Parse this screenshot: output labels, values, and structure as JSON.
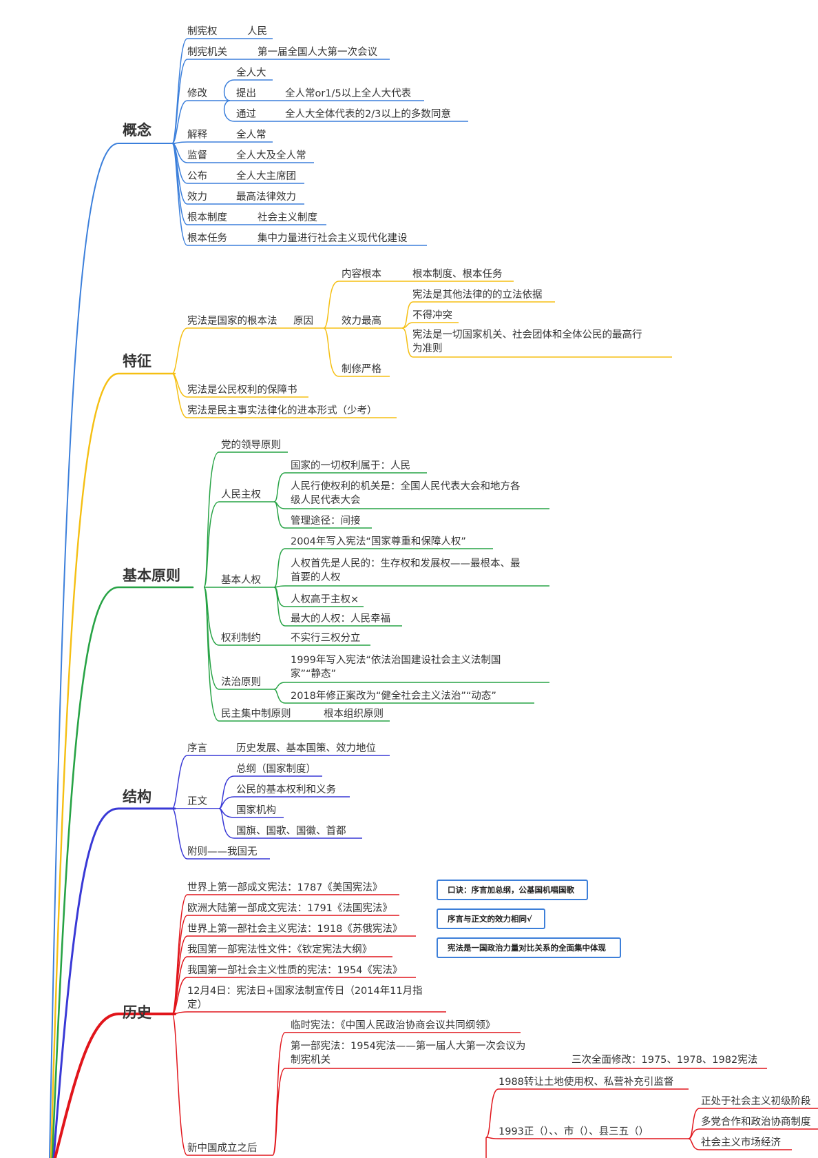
{
  "colors": {
    "concept": "#3b7fdb",
    "features": "#f5bf12",
    "principles": "#27a345",
    "structure": "#3939d6",
    "history": "#e1151b",
    "note_border": "#3d7fd9",
    "text": "#333333"
  },
  "sections": {
    "concept": {
      "title": "概念",
      "zhixianquan": "制宪权",
      "renmin": "人民",
      "zhixianjiguan": "制宪机关",
      "diyijie": "第一届全国人大第一次会议",
      "xiugai": "修改",
      "quanrenda": "全人大",
      "tichu": "提出",
      "tichu_val": "全人常or1/5以上全人大代表",
      "tongguo": "通过",
      "tongguo_val": "全人大全体代表的2/3以上的多数同意",
      "jieshi": "解释",
      "jieshi_val": "全人常",
      "jiandu": "监督",
      "jiandu_val": "全人大及全人常",
      "gongbu": "公布",
      "gongbu_val": "全人大主席团",
      "xiaoli": "效力",
      "xiaoli_val": "最高法律效力",
      "genben_zhidu": "根本制度",
      "genben_zhidu_val": "社会主义制度",
      "genben_renwu": "根本任务",
      "genben_renwu_val": "集中力量进行社会主义现代化建设"
    },
    "features": {
      "title": "特征",
      "genbenfa": "宪法是国家的根本法",
      "yuanyin": "原因",
      "neirong": "内容根本",
      "neirong_val": "根本制度、根本任务",
      "xiaolizuigao": "效力最高",
      "lifa": "宪法是其他法律的的立法依据",
      "budechongtu": "不得冲突",
      "xingwei_1": "宪法是一切国家机关、社会团体和全体公民的最高行",
      "xingwei_2": "为准则",
      "zhixiu": "制修严格",
      "baozhang": "宪法是公民权利的保障书",
      "minzhu": "宪法是民主事实法律化的进本形式（少考）"
    },
    "principles": {
      "title": "基本原则",
      "dang": "党的领导原则",
      "renminzhuquan": "人民主权",
      "yiqie": "国家的一切权利属于：人民",
      "jiguan_1": "人民行使权利的机关是：全国人民代表大会和地方各",
      "jiguan_2": "级人民代表大会",
      "guanli": "管理途径：间接",
      "jibenrenquan": "基本人权",
      "y2004": "2004年写入宪法“国家尊重和保障人权”",
      "shousian_1": "人权首先是人民的：生存权和发展权——最根本、最",
      "shousian_2": "首要的人权",
      "gaoyu": "人权高于主权×",
      "zuida": "最大的人权：人民幸福",
      "quanli": "权利制约",
      "sanquan": "不实行三权分立",
      "fazhi": "法治原则",
      "y1999_1": "1999年写入宪法“依法治国建设社会主义法制国",
      "y1999_2": "家”“静态”",
      "y2018": "2018年修正案改为“健全社会主义法治”“动态”",
      "minzhujizhong": "民主集中制原则",
      "zuzhi": "根本组织原则"
    },
    "structure": {
      "title": "结构",
      "xuyan": "序言",
      "xuyan_val": "历史发展、基本国策、效力地位",
      "zhengwen": "正文",
      "zonggang": "总纲（国家制度）",
      "quanli_yiwu": "公民的基本权利和义务",
      "guojiajigou": "国家机构",
      "guoqi": "国旗、国歌、国徽、首都",
      "fuze": "附则——我国无"
    },
    "history": {
      "title": "历史",
      "h1": "世界上第一部成文宪法：1787《美国宪法》",
      "h2": "欧洲大陆第一部成文宪法：1791《法国宪法》",
      "h3": "世界上第一部社会主义宪法：1918《苏俄宪法》",
      "h4": "我国第一部宪法性文件：《钦定宪法大纲》",
      "h5": "我国第一部社会主义性质的宪法：1954《宪法》",
      "h6_1": "12月4日：宪法日+国家法制宣传日（2014年11月指",
      "h6_2": "定）",
      "xinzhongguo": "新中国成立之后",
      "linshi": "临时宪法：《中国人民政治协商会议共同纲领》",
      "diyibu_1": "第一部宪法：1954宪法——第一届人大第一次会议为",
      "diyibu_2": "制宪机关",
      "sanci": "三次全面修改：1975、1978、1982宪法",
      "y1988": "1988转让土地使用权、私营补充引监督",
      "y1993": "1993正（）、、市（）、县三五（）",
      "chuji": "正处于社会主义初级阶段",
      "duodang": "多党合作和政治协商制度",
      "shichang": "社会主义市场经济"
    }
  },
  "notes": {
    "koujue": "口诀：序言加总纲，公基国机唱国歌",
    "xiaoli": "序言与正文的效力相同√",
    "liliang": "宪法是一国政治力量对比关系的全面集中体现"
  }
}
